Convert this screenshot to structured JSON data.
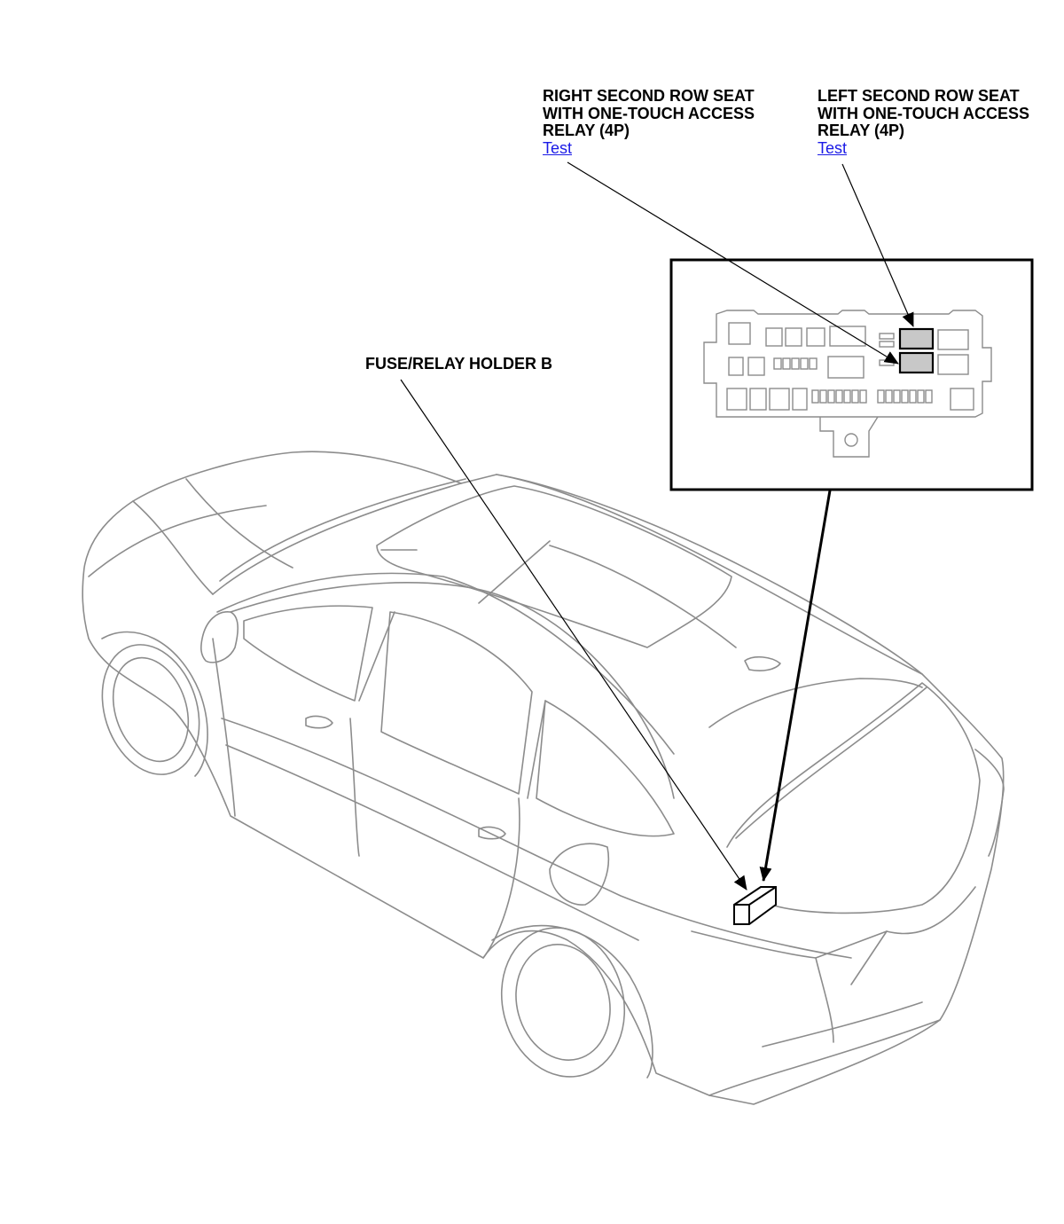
{
  "callouts": {
    "right_relay": {
      "lines": [
        "RIGHT SECOND ROW SEAT",
        "WITH ONE-TOUCH ACCESS",
        "RELAY (4P)"
      ],
      "link": "Test"
    },
    "left_relay": {
      "lines": [
        "LEFT SECOND ROW SEAT",
        "WITH ONE-TOUCH ACCESS",
        "RELAY (4P)"
      ],
      "link": "Test"
    },
    "holder": {
      "label": "FUSE/RELAY HOLDER B"
    }
  },
  "colors": {
    "link": "#1a1ae6",
    "relay_highlight": "#c8c8c8",
    "car_outline": "#8c8c8c"
  }
}
